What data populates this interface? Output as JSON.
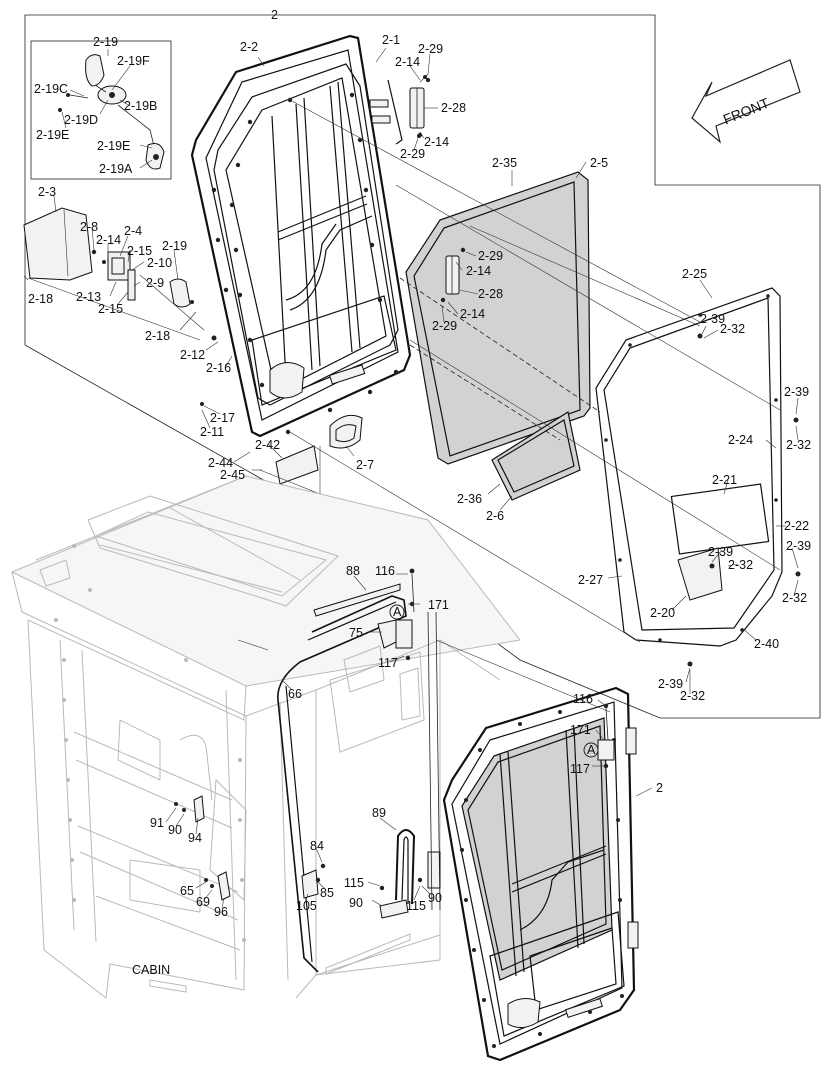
{
  "front_label": "FRONT",
  "cabin_label": "CABIN",
  "callouts": {
    "c2_top": "2",
    "c2_19": "2-19",
    "c2_19F": "2-19F",
    "c2_19C": "2-19C",
    "c2_19D": "2-19D",
    "c2_19B": "2-19B",
    "c2_19E_a": "2-19E",
    "c2_19E_b": "2-19E",
    "c2_19A": "2-19A",
    "c2_2": "2-2",
    "c2_1": "2-1",
    "c2_29_a": "2-29",
    "c2_14_a": "2-14",
    "c2_28_a": "2-28",
    "c2_14_b": "2-14",
    "c2_29_b": "2-29",
    "c2_35": "2-35",
    "c2_5": "2-5",
    "c2_3": "2-3",
    "c2_8": "2-8",
    "c2_4": "2-4",
    "c2_14_c": "2-14",
    "c2_15_a": "2-15",
    "c2_19_b": "2-19",
    "c2_10": "2-10",
    "c2_9": "2-9",
    "c2_13": "2-13",
    "c2_15_b": "2-15",
    "c2_18_a": "2-18",
    "c2_18_b": "2-18",
    "c2_29_c": "2-29",
    "c2_14_d": "2-14",
    "c2_28_b": "2-28",
    "c2_14_e": "2-14",
    "c2_29_d": "2-29",
    "c2_25": "2-25",
    "c2_39_a": "2-39",
    "c2_32_a": "2-32",
    "c2_12": "2-12",
    "c2_16": "2-16",
    "c2_17": "2-17",
    "c2_11": "2-11",
    "c2_39_b": "2-39",
    "c2_32_b": "2-32",
    "c2_24": "2-24",
    "c2_42": "2-42",
    "c2_44": "2-44",
    "c2_45": "2-45",
    "c2_7": "2-7",
    "c2_36": "2-36",
    "c2_6": "2-6",
    "c2_21": "2-21",
    "c2_22": "2-22",
    "c2_39_c": "2-39",
    "c2_39_d": "2-39",
    "c2_32_c": "2-32",
    "c2_27": "2-27",
    "c2_32_d": "2-32",
    "c2_20": "2-20",
    "c2_40": "2-40",
    "c2_39_e": "2-39",
    "c2_32_e": "2-32",
    "c88": "88",
    "c116_a": "116",
    "cA_a": "A",
    "c171_a": "171",
    "c75": "75",
    "c117_a": "117",
    "c66": "66",
    "c116_b": "116",
    "c171_b": "171",
    "cA_b": "A",
    "c117_b": "117",
    "c2_right": "2",
    "c91": "91",
    "c90_a": "90",
    "c94": "94",
    "c89": "89",
    "c84": "84",
    "c85": "85",
    "c105": "105",
    "c115_a": "115",
    "c90_b": "90",
    "c115_b": "115",
    "c90_c": "90",
    "c65": "65",
    "c69": "69",
    "c96": "96"
  }
}
